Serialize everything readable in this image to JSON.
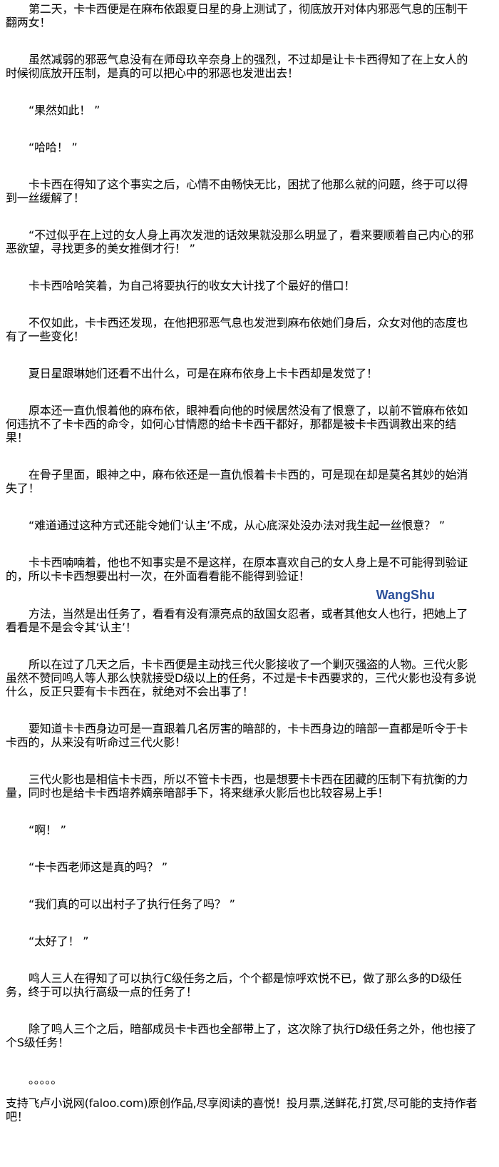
{
  "paragraphs": [
    "第二天，卡卡西便是在麻布依跟夏日星的身上测试了，彻底放开对体内邪恶气息的压制干翻两女！",
    "虽然减弱的邪恶气息没有在师母玖辛奈身上的强烈，不过却是让卡卡西得知了在上女人的时候彻底放开压制，是真的可以把心中的邪恶也发泄出去！",
    "“果然如此！ ”",
    "“哈哈！ ”",
    "卡卡西在得知了这个事实之后，心情不由畅快无比，困扰了他那么就的问题，终于可以得到一丝缓解了！",
    "“不过似乎在上过的女人身上再次发泄的话效果就没那么明显了，看来要顺着自己内心的邪恶欲望，寻找更多的美女推倒才行！ ”",
    "卡卡西哈哈笑着，为自己将要执行的收女大计找了个最好的借口！",
    "不仅如此，卡卡西还发现，在他把邪恶气息也发泄到麻布依她们身后，众女对他的态度也有了一些变化！",
    "夏日星跟琳她们还看不出什么，可是在麻布依身上卡卡西却是发觉了！",
    "原本还一直仇恨着他的麻布依，眼神看向他的时候居然没有了恨意了，以前不管麻布依如何违抗不了卡卡西的命令，如何心甘情愿的给卡卡西干都好，那都是被卡卡西调教出来的结果！",
    "在骨子里面，眼神之中，麻布依还是一直仇恨着卡卡西的，可是现在却是莫名其妙的始消失了！",
    "“难道通过这种方式还能令她们‘认主’不成，从心底深处没办法对我生起一丝恨意？ ”",
    "卡卡西喃喃着，他也不知事实是不是这样，在原本喜欢自己的女人身上是不可能得到验证的，所以卡卡西想要出村一次，在外面看看能不能得到验证！",
    "方法，当然是出任务了，看看有没有漂亮点的敌国女忍者，或者其他女人也行，把她上了看看是不是会令其‘认主’！",
    "所以在过了几天之后，卡卡西便是主动找三代火影接收了一个剿灭强盗的人物。三代火影虽然不赞同鸣人等人那么快就接受D级以上的任务，不过是卡卡西要求的，三代火影也没有多说什么，反正只要有卡卡西在，就绝对不会出事了！",
    "要知道卡卡西身边可是一直跟着几名厉害的暗部的，卡卡西身边的暗部一直都是听令于卡卡西的，从来没有听命过三代火影！",
    "三代火影也是相信卡卡西，所以不管卡卡西，也是想要卡卡西在团藏的压制下有抗衡的力量，同时也是给卡卡西培养嫡亲暗部手下，将来继承火影后也比较容易上手！",
    "“啊！ ”",
    "“卡卡西老师这是真的吗？ ”",
    "“我们真的可以出村子了执行任务了吗？ ”",
    "“太好了！ ”",
    "鸣人三人在得知了可以执行C级任务之后，个个都是惊呼欢悦不已，做了那么多的D级任务，终于可以执行高级一点的任务了！",
    "除了鸣人三个之后，暗部成员卡卡西也全部带上了，这次除了执行D级任务之外，他也接了个S级任务！",
    "。。。。。"
  ],
  "footer": "支持飞卢小说网(faloo.com)原创作品,尽享阅读的喜悦！投月票,送鲜花,打赏,尽可能的支持作者吧！",
  "watermark": "WangShu"
}
